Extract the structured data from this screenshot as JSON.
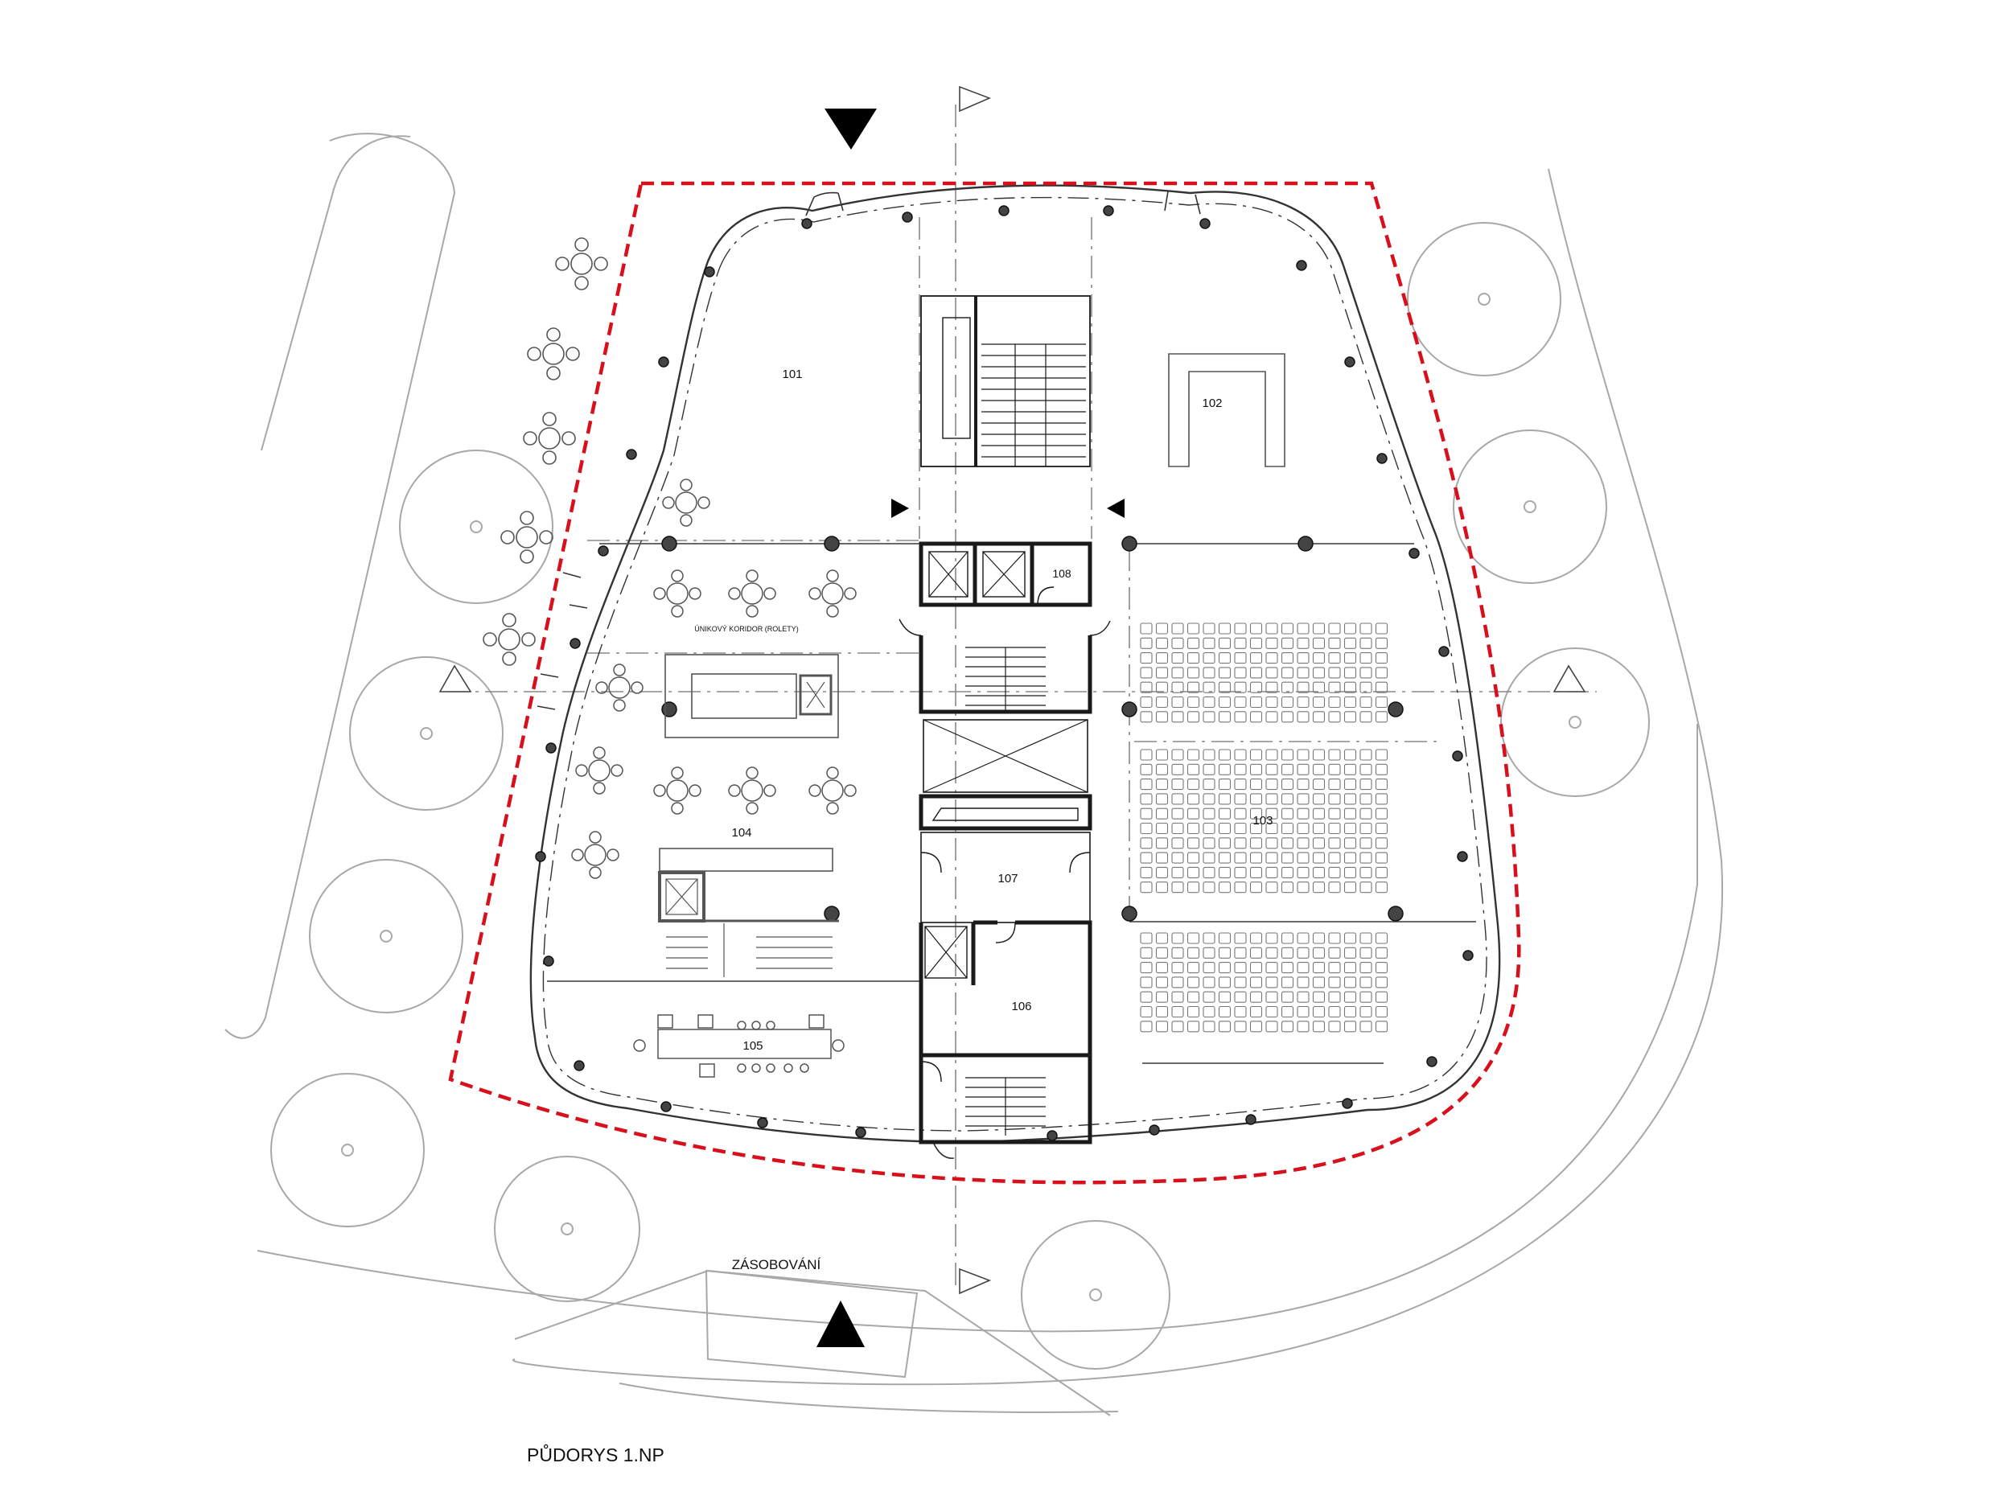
{
  "plan": {
    "title": "PŮDORYS 1.NP",
    "supply_label": "ZÁSOBOVÁNÍ",
    "corridor_label": "ÚNIKOVÝ KORIDOR (ROLETY)",
    "rooms": {
      "r101": "101",
      "r102": "102",
      "r103": "103",
      "r104": "104",
      "r105": "105",
      "r106": "106",
      "r107": "107",
      "r108": "108"
    },
    "colors": {
      "boundary": "#d8101c",
      "line": "#1a1a1a",
      "light": "#9a9a9a"
    }
  }
}
